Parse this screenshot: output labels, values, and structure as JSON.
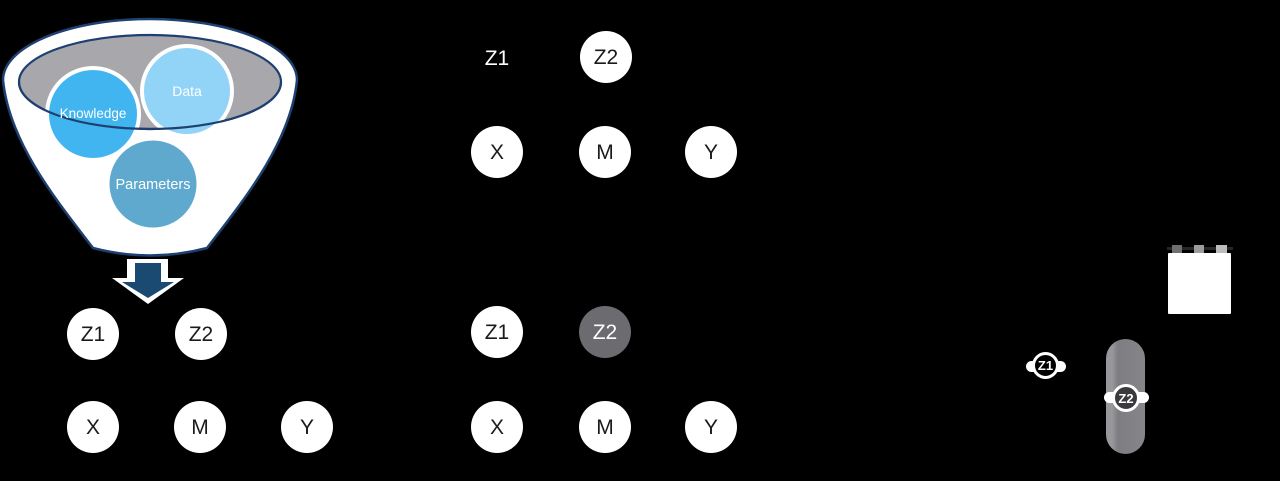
{
  "background_color": "#000000",
  "funnel": {
    "knowledge_label": "Knowledge",
    "data_label": "Data",
    "parameters_label": "Parameters",
    "colors": {
      "knowledge_circle": "#41B5EF",
      "data_circle": "#92D4F8",
      "parameters_circle": "#5FA9CE",
      "opening_gray": "#A8A8AC",
      "outline_navy": "#1E4070",
      "arrow_navy": "#1A4971"
    }
  },
  "graph_left": {
    "nodes": [
      {
        "label": "Z1"
      },
      {
        "label": "Z2"
      },
      {
        "label": "X"
      },
      {
        "label": "M"
      },
      {
        "label": "Y"
      }
    ]
  },
  "graph_mid_top": {
    "nodes": [
      {
        "label": "Z1",
        "style": "ghost-text-only"
      },
      {
        "label": "Z2"
      },
      {
        "label": "X"
      },
      {
        "label": "M"
      },
      {
        "label": "Y"
      }
    ]
  },
  "graph_mid_bottom": {
    "nodes": [
      {
        "label": "Z1"
      },
      {
        "label": "Z2",
        "style": "gray-filled"
      },
      {
        "label": "X"
      },
      {
        "label": "M"
      },
      {
        "label": "Y"
      }
    ],
    "gray_node_color": "#6b6b70"
  },
  "right_panel": {
    "z1_badge_label": "Z1",
    "z2_badge_label": "Z2",
    "capsule_color": "#85858a"
  }
}
